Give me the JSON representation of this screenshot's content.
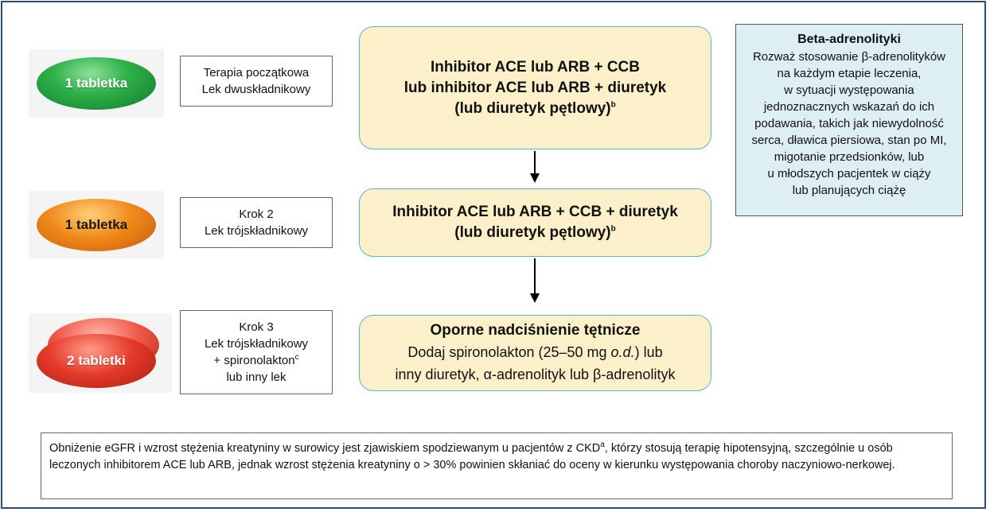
{
  "rows": [
    {
      "pill_label": "1 tabletka",
      "pill_color": "#2fb14a",
      "label_lines": [
        "Terapia początkowa",
        "Lek dwuskładnikowy"
      ],
      "step_lines": [
        "Inhibitor ACE lub ARB + CCB",
        "lub inhibitor ACE lub ARB + diuretyk",
        "(lub diuretyk pętlowy)"
      ],
      "step_sup": "b"
    },
    {
      "pill_label": "1 tabletka",
      "pill_color": "#f08a1a",
      "label_lines": [
        "Krok 2",
        "Lek trójskładnikowy"
      ],
      "step_lines": [
        "Inhibitor ACE lub ARB + CCB + diuretyk",
        "(lub diuretyk pętlowy)"
      ],
      "step_sup": "b"
    },
    {
      "pill_label": "2 tabletki",
      "pill_color": "#e63b2a",
      "label_lines": [
        "Krok 3",
        "Lek trójskładnikowy",
        "+ spironolakton",
        "lub inny lek"
      ],
      "label_sup": "c",
      "step_title": "Oporne nadciśnienie tętnicze",
      "step_line2_pre": "Dodaj spironolakton (25–50 mg ",
      "step_line2_em": "o.d.",
      "step_line2_post": ") lub",
      "step_line3": "inny diuretyk, α-adrenolityk lub β-adrenolityk"
    }
  ],
  "beta": {
    "title": "Beta-adrenolityki",
    "lines": [
      "Rozważ stosowanie β-adrenolityków",
      "na każdym etapie leczenia,",
      "w sytuacji występowania",
      "jednoznacznych wskazań do ich",
      "podawania, takich jak niewydolność",
      "serca, dławica piersiowa, stan po MI,",
      "migotanie przedsionków, lub",
      "u młodszych pacjentek w ciąży",
      "lub planujących ciążę"
    ]
  },
  "note": {
    "pre": "Obniżenie eGFR i wzrost stężenia kreatyniny w surowicy jest zjawiskiem spodziewanym u pacjentów z CKD",
    "sup": "a",
    "post": ", którzy stosują terapię hipotensyjną, szczególnie u osób leczonych inhibitorem ACE lub ARB, jednak wzrost stężenia kreatyniny o > 30% powinien skłaniać do oceny w kierunku występowania choroby naczyniowo-nerkowej."
  },
  "colors": {
    "frame": "#2a4f7c",
    "step_fill": "#fbf0c9",
    "step_border": "#5bb3c9",
    "beta_fill": "#ddeef4"
  }
}
